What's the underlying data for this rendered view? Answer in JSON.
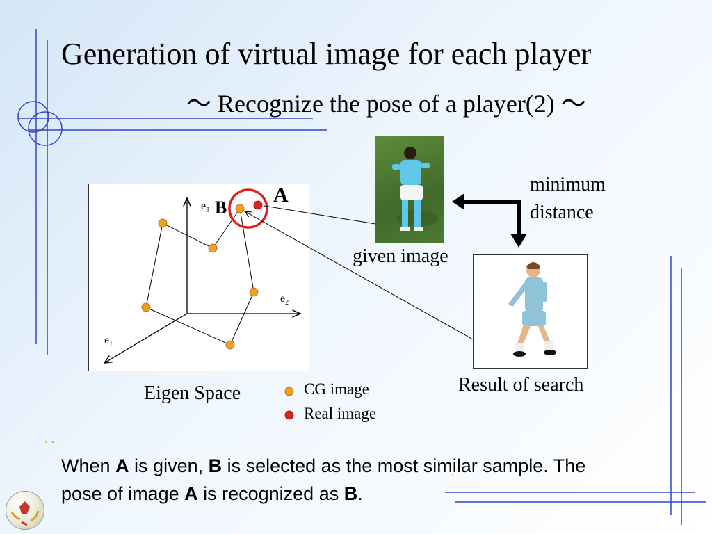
{
  "title": "Generation of virtual image for each player",
  "subtitle": "～ Recognize the pose of a player(2) ～",
  "diagram": {
    "label_a": "A",
    "label_b": "B",
    "axis_e3": "e",
    "axis_e3_sub": "3",
    "axis_e2": "e",
    "axis_e2_sub": "2",
    "axis_e1": "e",
    "axis_e1_sub": "1",
    "eigen_space_label": "Eigen Space",
    "legend": {
      "cg_label": "CG image",
      "real_label": "Real image",
      "cg_color": "#f0a020",
      "real_color": "#e02020"
    },
    "given_image_label": "given image",
    "minimum_distance_line1": "minimum",
    "minimum_distance_line2": "distance",
    "result_label": "Result of search"
  },
  "caption": {
    "p1": "When ",
    "a1": "A",
    "p2": " is given,  ",
    "b1": "B",
    "p3": " is selected as the most similar sample. The pose of image ",
    "a2": "A",
    "p4": " is recognized as ",
    "b2": "B",
    "p5": "."
  }
}
